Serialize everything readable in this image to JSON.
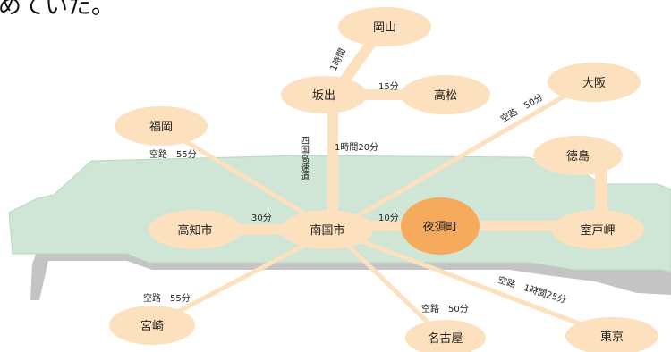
{
  "heading": "めていた。",
  "colors": {
    "land": "#cfe5d5",
    "land_edge": "#b8d7c1",
    "shadow": "#c4c4c4",
    "road": "#fde0bd",
    "node": "#fde0bd",
    "highlight": "#f5aa5c"
  },
  "nodes": {
    "okayama": "岡山",
    "sakaide": "坂出",
    "takamatsu": "高松",
    "osaka": "大阪",
    "fukuoka": "福岡",
    "tokushima": "徳島",
    "kochi": "高知市",
    "nankoku": "南国市",
    "yasu": "夜須町",
    "muroto": "室戸岬",
    "miyazaki": "宮崎",
    "nagoya": "名古屋",
    "tokyo": "東京"
  },
  "edges": {
    "okayama_sakaide": "1時間",
    "sakaide_takamatsu": "15分",
    "nankoku_osaka": "空路　50分",
    "nankoku_fukuoka": "空路　55分",
    "nankoku_sakaide_a": "四国高速道",
    "nankoku_sakaide_b": "1時間20分",
    "kochi_nankoku": "30分",
    "nankoku_yasu": "10分",
    "nankoku_miyazaki": "空路　55分",
    "nankoku_nagoya": "空路　50分",
    "nankoku_tokyo": "空路　1時間25分"
  }
}
